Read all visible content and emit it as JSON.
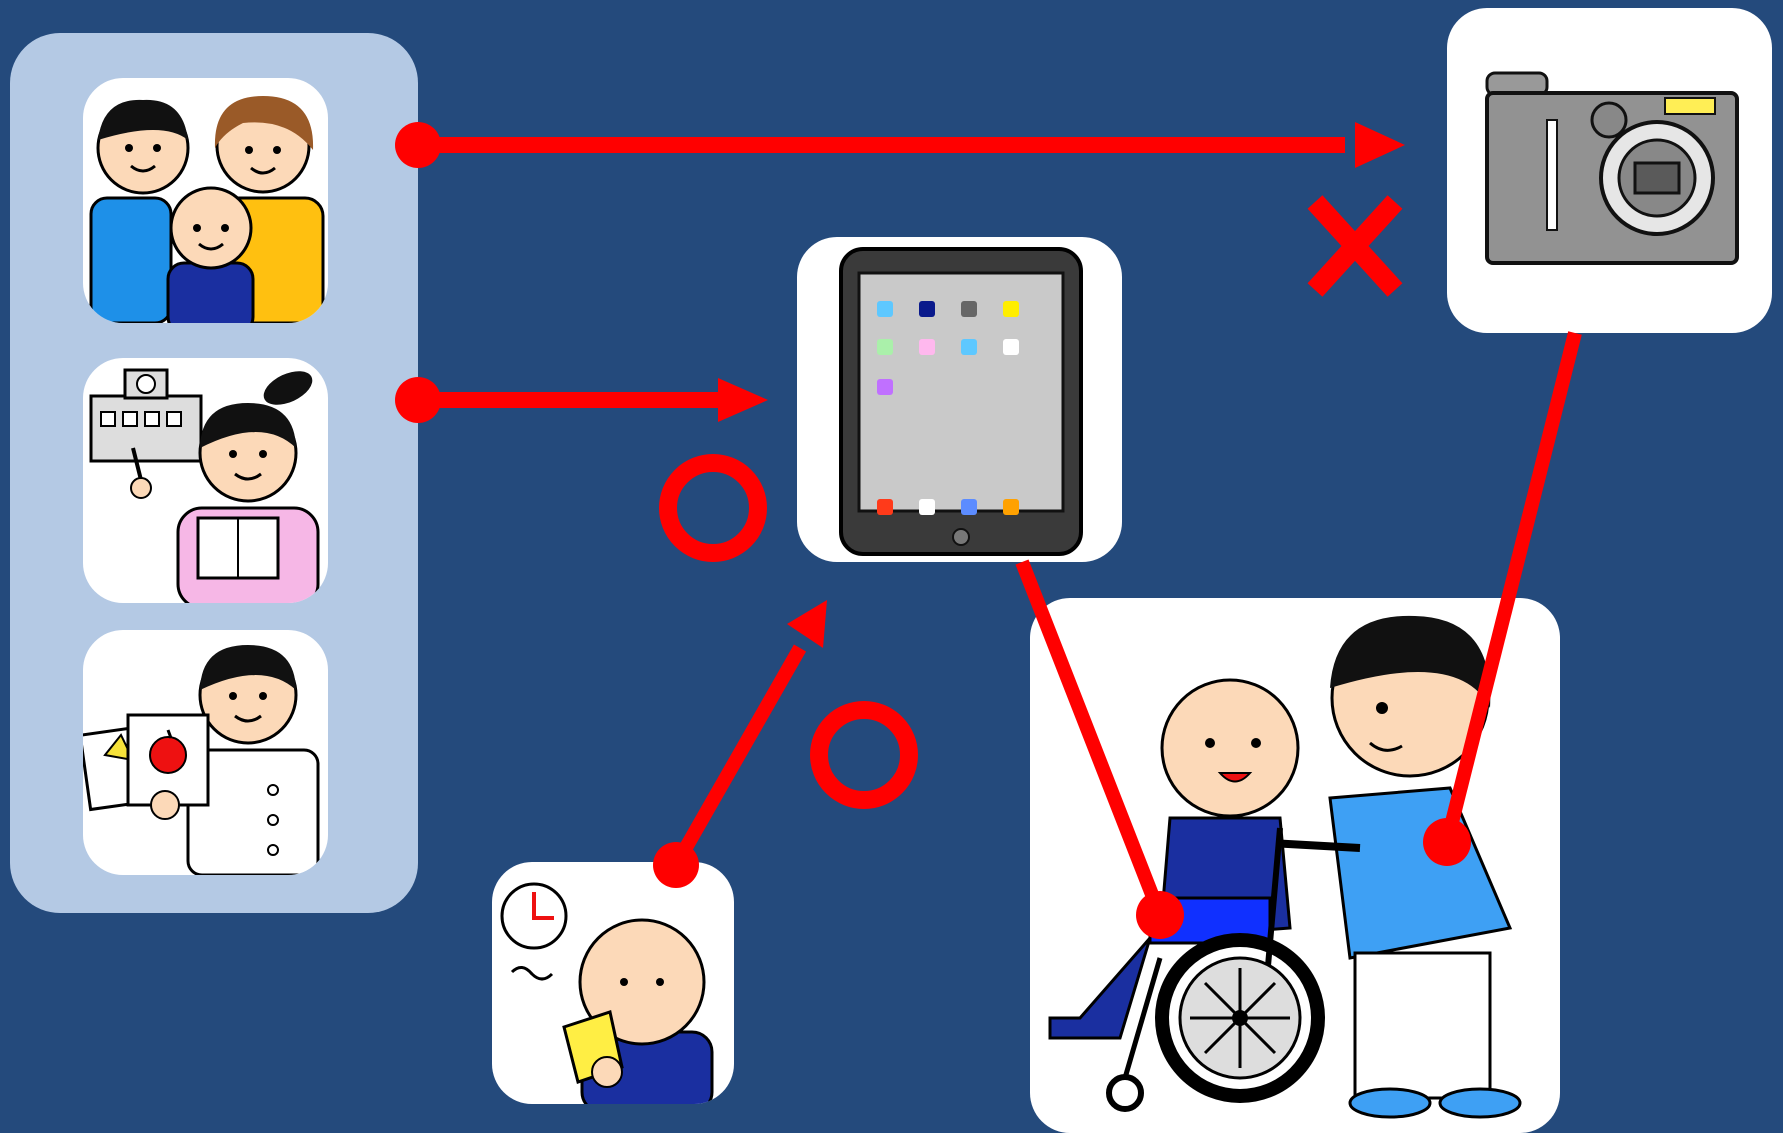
{
  "colors": {
    "background": "#244a7c",
    "group_panel": "#b4c9e4",
    "card": "#ffffff",
    "connector": "#ff0000"
  },
  "nodes": [
    {
      "id": "family",
      "icon": "family-icon"
    },
    {
      "id": "teacher",
      "icon": "teacher-icon"
    },
    {
      "id": "therapist",
      "icon": "therapist-with-picture-card-icon"
    },
    {
      "id": "tablet",
      "icon": "tablet-icon"
    },
    {
      "id": "camera",
      "icon": "camera-icon"
    },
    {
      "id": "child-break",
      "icon": "child-drinking-cup-icon"
    },
    {
      "id": "caregiver",
      "icon": "caregiver-with-wheelchair-icon"
    }
  ],
  "edges": [
    {
      "from": "family",
      "to": "camera",
      "type": "arrow",
      "mark": "cross"
    },
    {
      "from": "teacher",
      "to": "tablet",
      "type": "arrow",
      "mark": "circle"
    },
    {
      "from": "child-break",
      "to": "tablet",
      "type": "arrow",
      "mark": "circle"
    },
    {
      "from": "tablet",
      "to": "caregiver",
      "type": "line"
    },
    {
      "from": "camera",
      "to": "caregiver",
      "type": "line"
    }
  ],
  "marks": {
    "circle": "circle-ok-icon",
    "cross": "cross-ng-icon"
  }
}
